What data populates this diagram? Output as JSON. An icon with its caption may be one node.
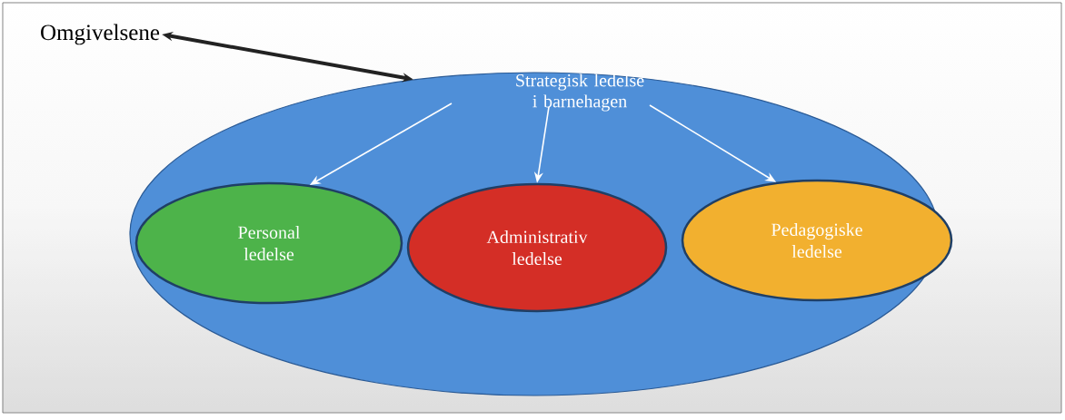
{
  "diagram": {
    "nodes": [
      {
        "text": [
          "Omgivelsene"
        ]
      },
      {
        "text": [
          "Strategisk ledelse i barnehagen"
        ]
      },
      {
        "text": [
          "Personal ledelse"
        ],
        "in": 1
      },
      {
        "text": [
          "Administrativ ledelse"
        ],
        "in": 1
      },
      {
        "text": [
          "Pedagogiske ledelse"
        ],
        "in": 1
      }
    ],
    "edges": [
      {
        "from": 0,
        "to": 1,
        "arrow": "both",
        "style": "thick",
        "color": "#222222"
      },
      {
        "from": 1,
        "to": 2,
        "arrow": "to"
      },
      {
        "from": 1,
        "to": 3,
        "arrow": "to"
      },
      {
        "from": 1,
        "to": 4,
        "arrow": "to"
      }
    ]
  }
}
